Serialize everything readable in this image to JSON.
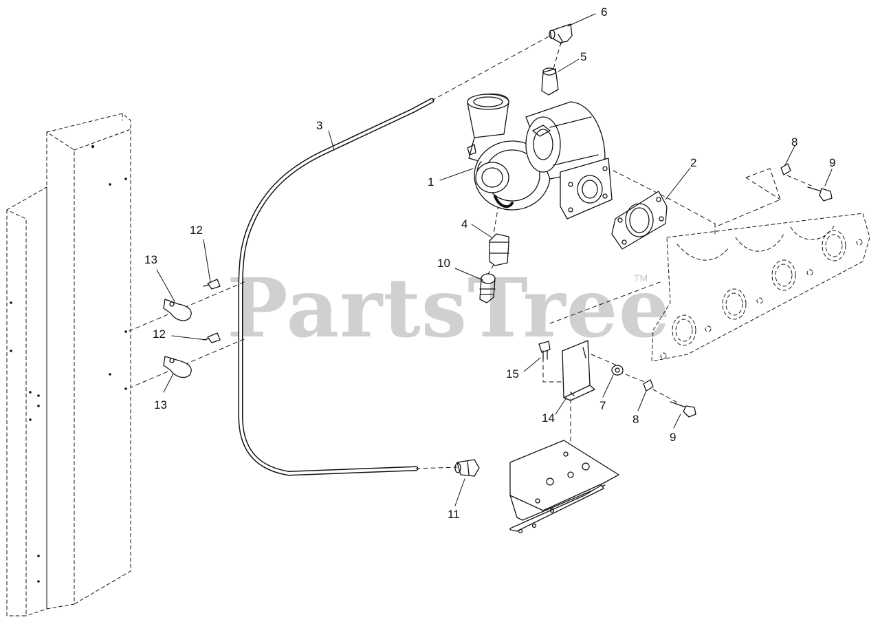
{
  "watermark": {
    "text": "PartsTree",
    "tm": "TM"
  },
  "callouts": {
    "n1": "1",
    "n2": "2",
    "n3": "3",
    "n4": "4",
    "n5": "5",
    "n6": "6",
    "n7": "7",
    "n8a": "8",
    "n8b": "8",
    "n9a": "9",
    "n9b": "9",
    "n10": "10",
    "n11": "11",
    "n12a": "12",
    "n12b": "12",
    "n13a": "13",
    "n13b": "13",
    "n14": "14",
    "n15": "15"
  },
  "colors": {
    "line": "#111111",
    "watermark": "#d0d0d0",
    "background": "#ffffff"
  }
}
